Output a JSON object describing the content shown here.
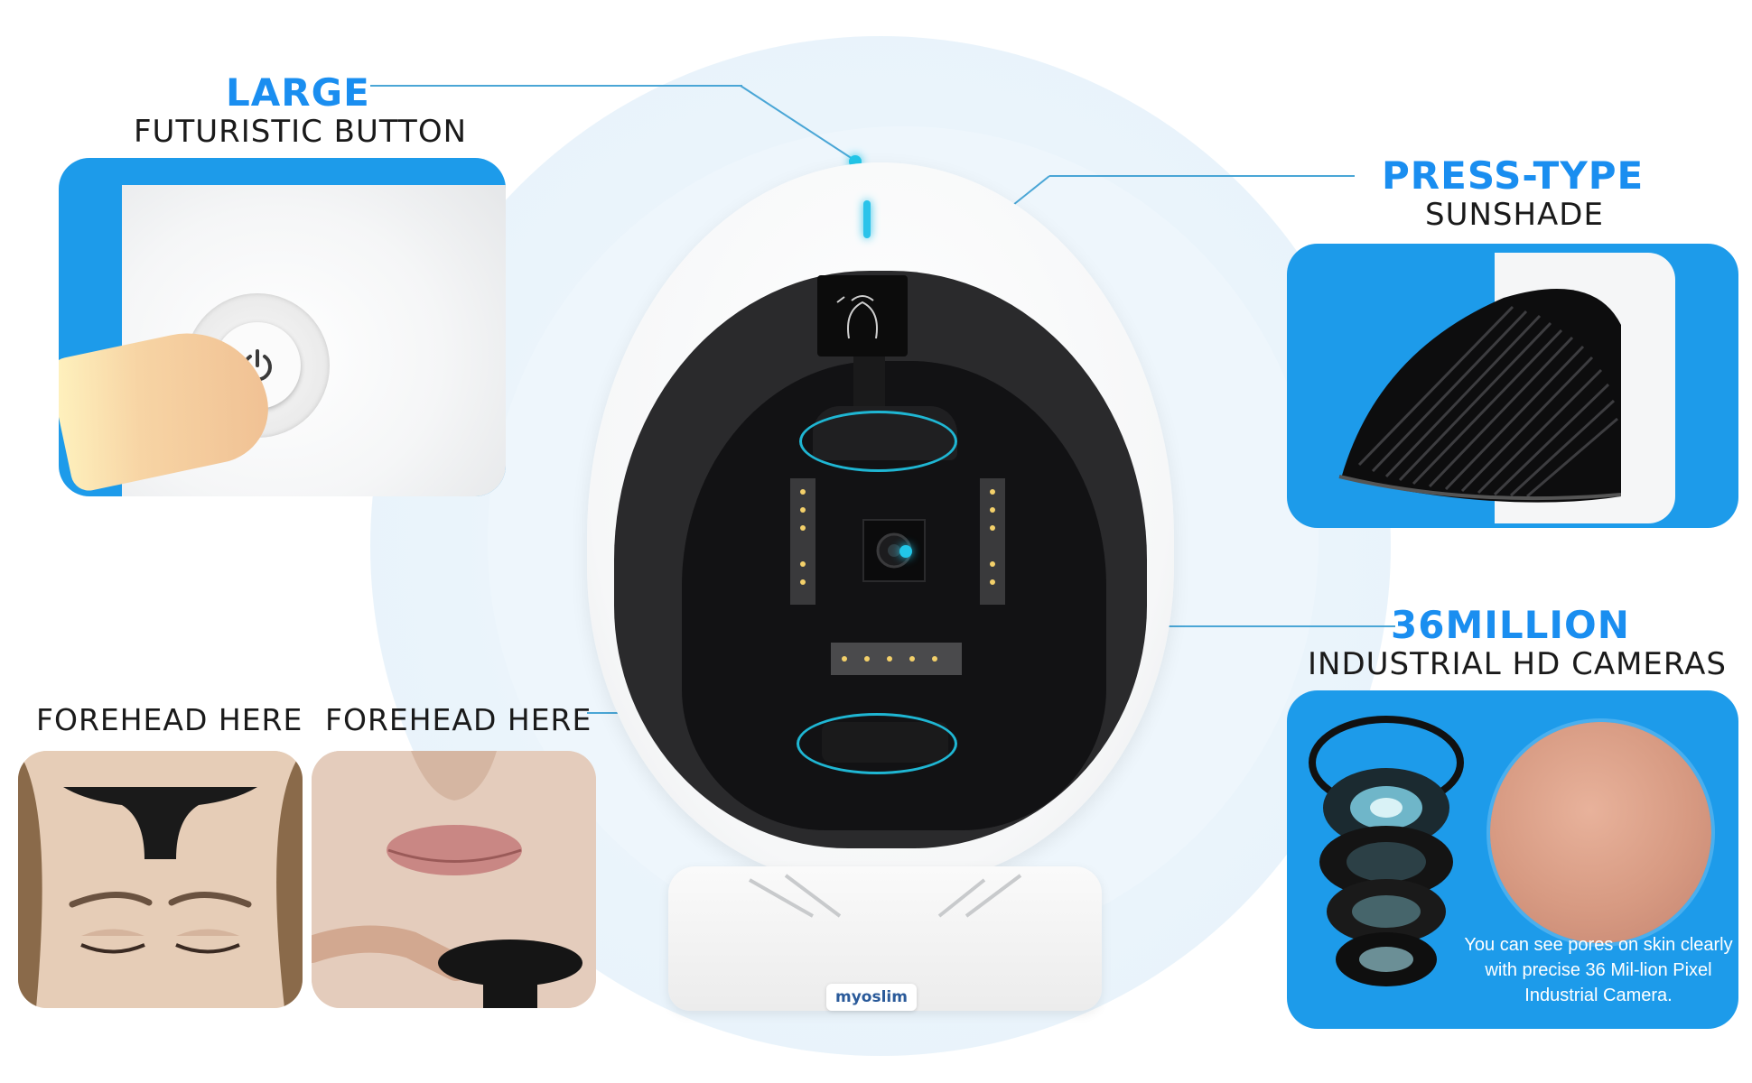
{
  "callouts": {
    "button": {
      "title": "LARGE",
      "subtitle": "FUTURISTIC BUTTON"
    },
    "sunshade": {
      "title": "PRESS-TYPE",
      "subtitle": "SUNSHADE"
    },
    "cameras": {
      "title": "36MILLION",
      "subtitle": "INDUSTRIAL HD CAMERAS",
      "caption": "You can see pores on skin clearly with precise 36 Mil-lion Pixel Industrial Camera."
    },
    "forehead_left": {
      "label": "FOREHEAD HERE"
    },
    "forehead_right": {
      "label": "FOREHEAD HERE"
    }
  },
  "device": {
    "brand": "myoslim"
  },
  "icons": {
    "power": "power-icon",
    "hand": "pointing-hand-icon",
    "face-guide": "face-guide-icon"
  },
  "colors": {
    "accent": "#1a8ef0",
    "card_blue": "#1d9bea",
    "connector": "#4aa6d6",
    "marker": "#1fb6d3"
  }
}
